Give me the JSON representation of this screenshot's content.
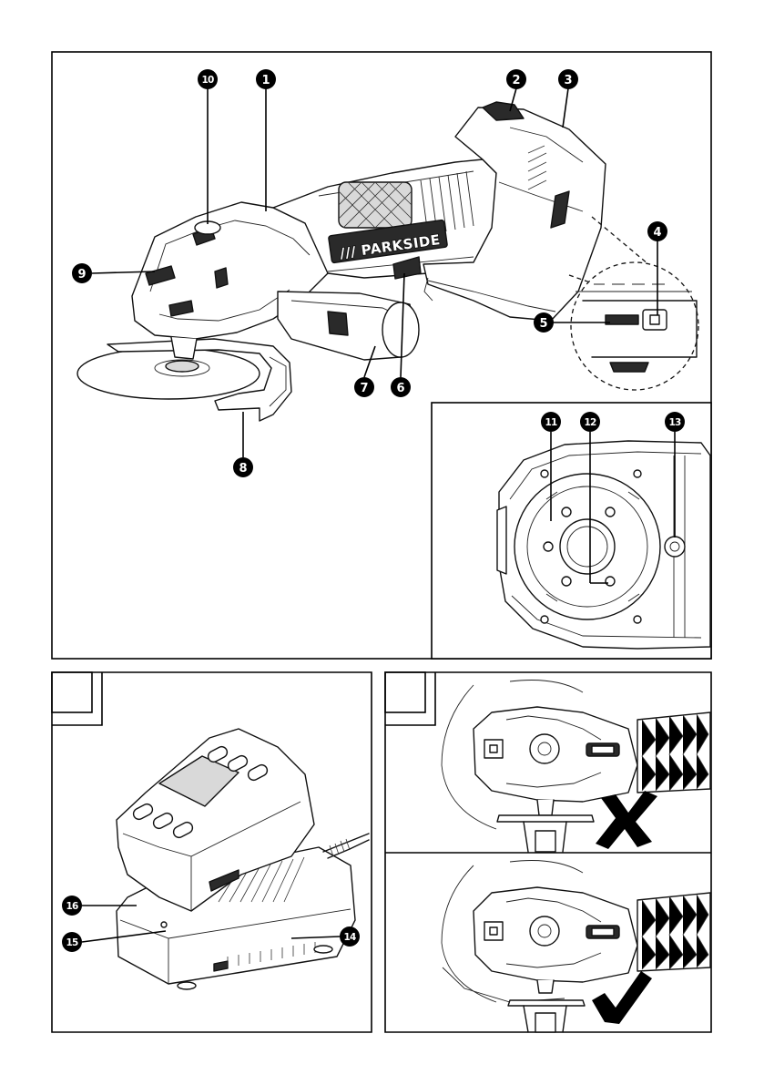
{
  "brand_label": "/// PARKSIDE",
  "callouts": {
    "c1": "1",
    "c2": "2",
    "c3": "3",
    "c4": "4",
    "c5": "5",
    "c6": "6",
    "c7": "7",
    "c8": "8",
    "c9": "9",
    "c10": "10",
    "c11": "11",
    "c12": "12",
    "c13": "13",
    "c14": "14",
    "c15": "15",
    "c16": "16"
  },
  "panel_labels": {
    "fig_a": "",
    "fig_b": ""
  },
  "marks": {
    "wrong": "wrong-cross",
    "right": "correct-check"
  }
}
